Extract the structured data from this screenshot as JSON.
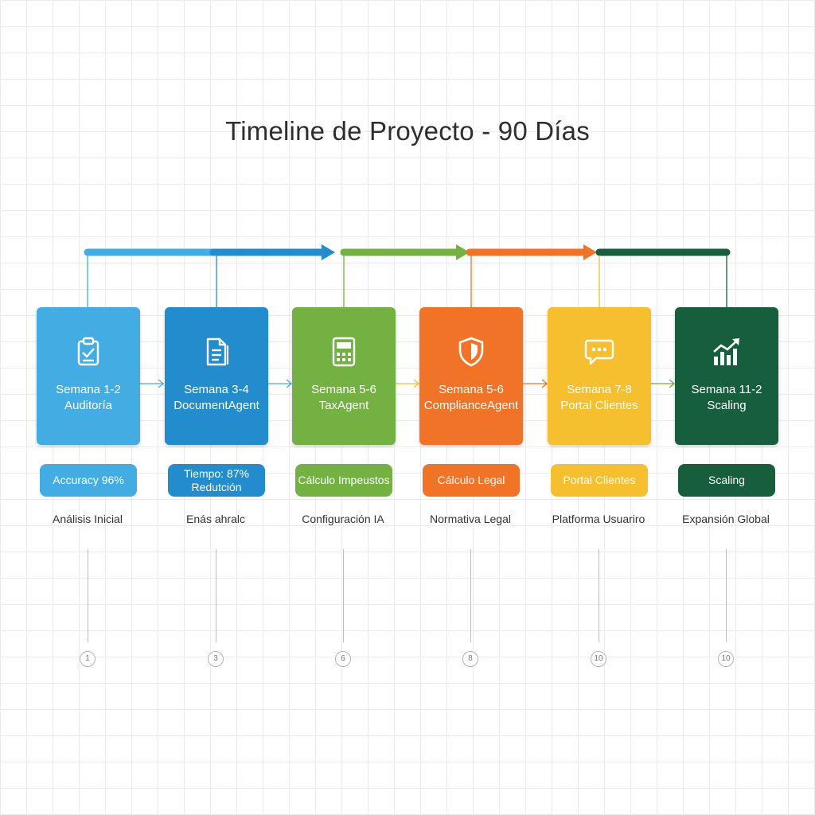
{
  "title": "Timeline de Proyecto - 90 Días",
  "phases": [
    {
      "week": "Semana 1-2",
      "name": "Auditoría",
      "badge": "Accuracy 96%",
      "caption": "Análisis Inicial",
      "step": "1",
      "color": "#43ade3",
      "badge_color": "#43ade3",
      "icon": "clipboard-check-icon"
    },
    {
      "week": "Semana 3-4",
      "name": "DocumentAgent",
      "badge": "Tiempo: 87% Redutción",
      "caption": "Enás ahralc",
      "step": "3",
      "color": "#228ccd",
      "badge_color": "#228ccd",
      "icon": "document-icon"
    },
    {
      "week": "Semana 5-6",
      "name": "TaxAgent",
      "badge": "Cálculo Impeustos",
      "caption": "Configuración IA",
      "step": "6",
      "color": "#72b142",
      "badge_color": "#72b142",
      "icon": "calculator-icon"
    },
    {
      "week": "Semana 5-6",
      "name": "ComplianceAgent",
      "badge": "Cálculo Legal",
      "caption": "Normativa Legal",
      "step": "8",
      "color": "#f07327",
      "badge_color": "#f07327",
      "icon": "shield-icon"
    },
    {
      "week": "Semana 7-8",
      "name": "Portal Clientes",
      "badge": "Portal Clientes",
      "caption": "Platforma Usuariro",
      "step": "10",
      "color": "#f5bf30",
      "badge_color": "#f5bf30",
      "icon": "chat-bubble-icon"
    },
    {
      "week": "Semana 11-2",
      "name": "Scaling",
      "badge": "Scaling",
      "caption": "Expansión Global",
      "step": "10",
      "color": "#175e3d",
      "badge_color": "#175e3d",
      "icon": "growth-chart-icon"
    }
  ],
  "colors": {
    "grid": "#ececec",
    "connector": "#bdbdbd"
  }
}
